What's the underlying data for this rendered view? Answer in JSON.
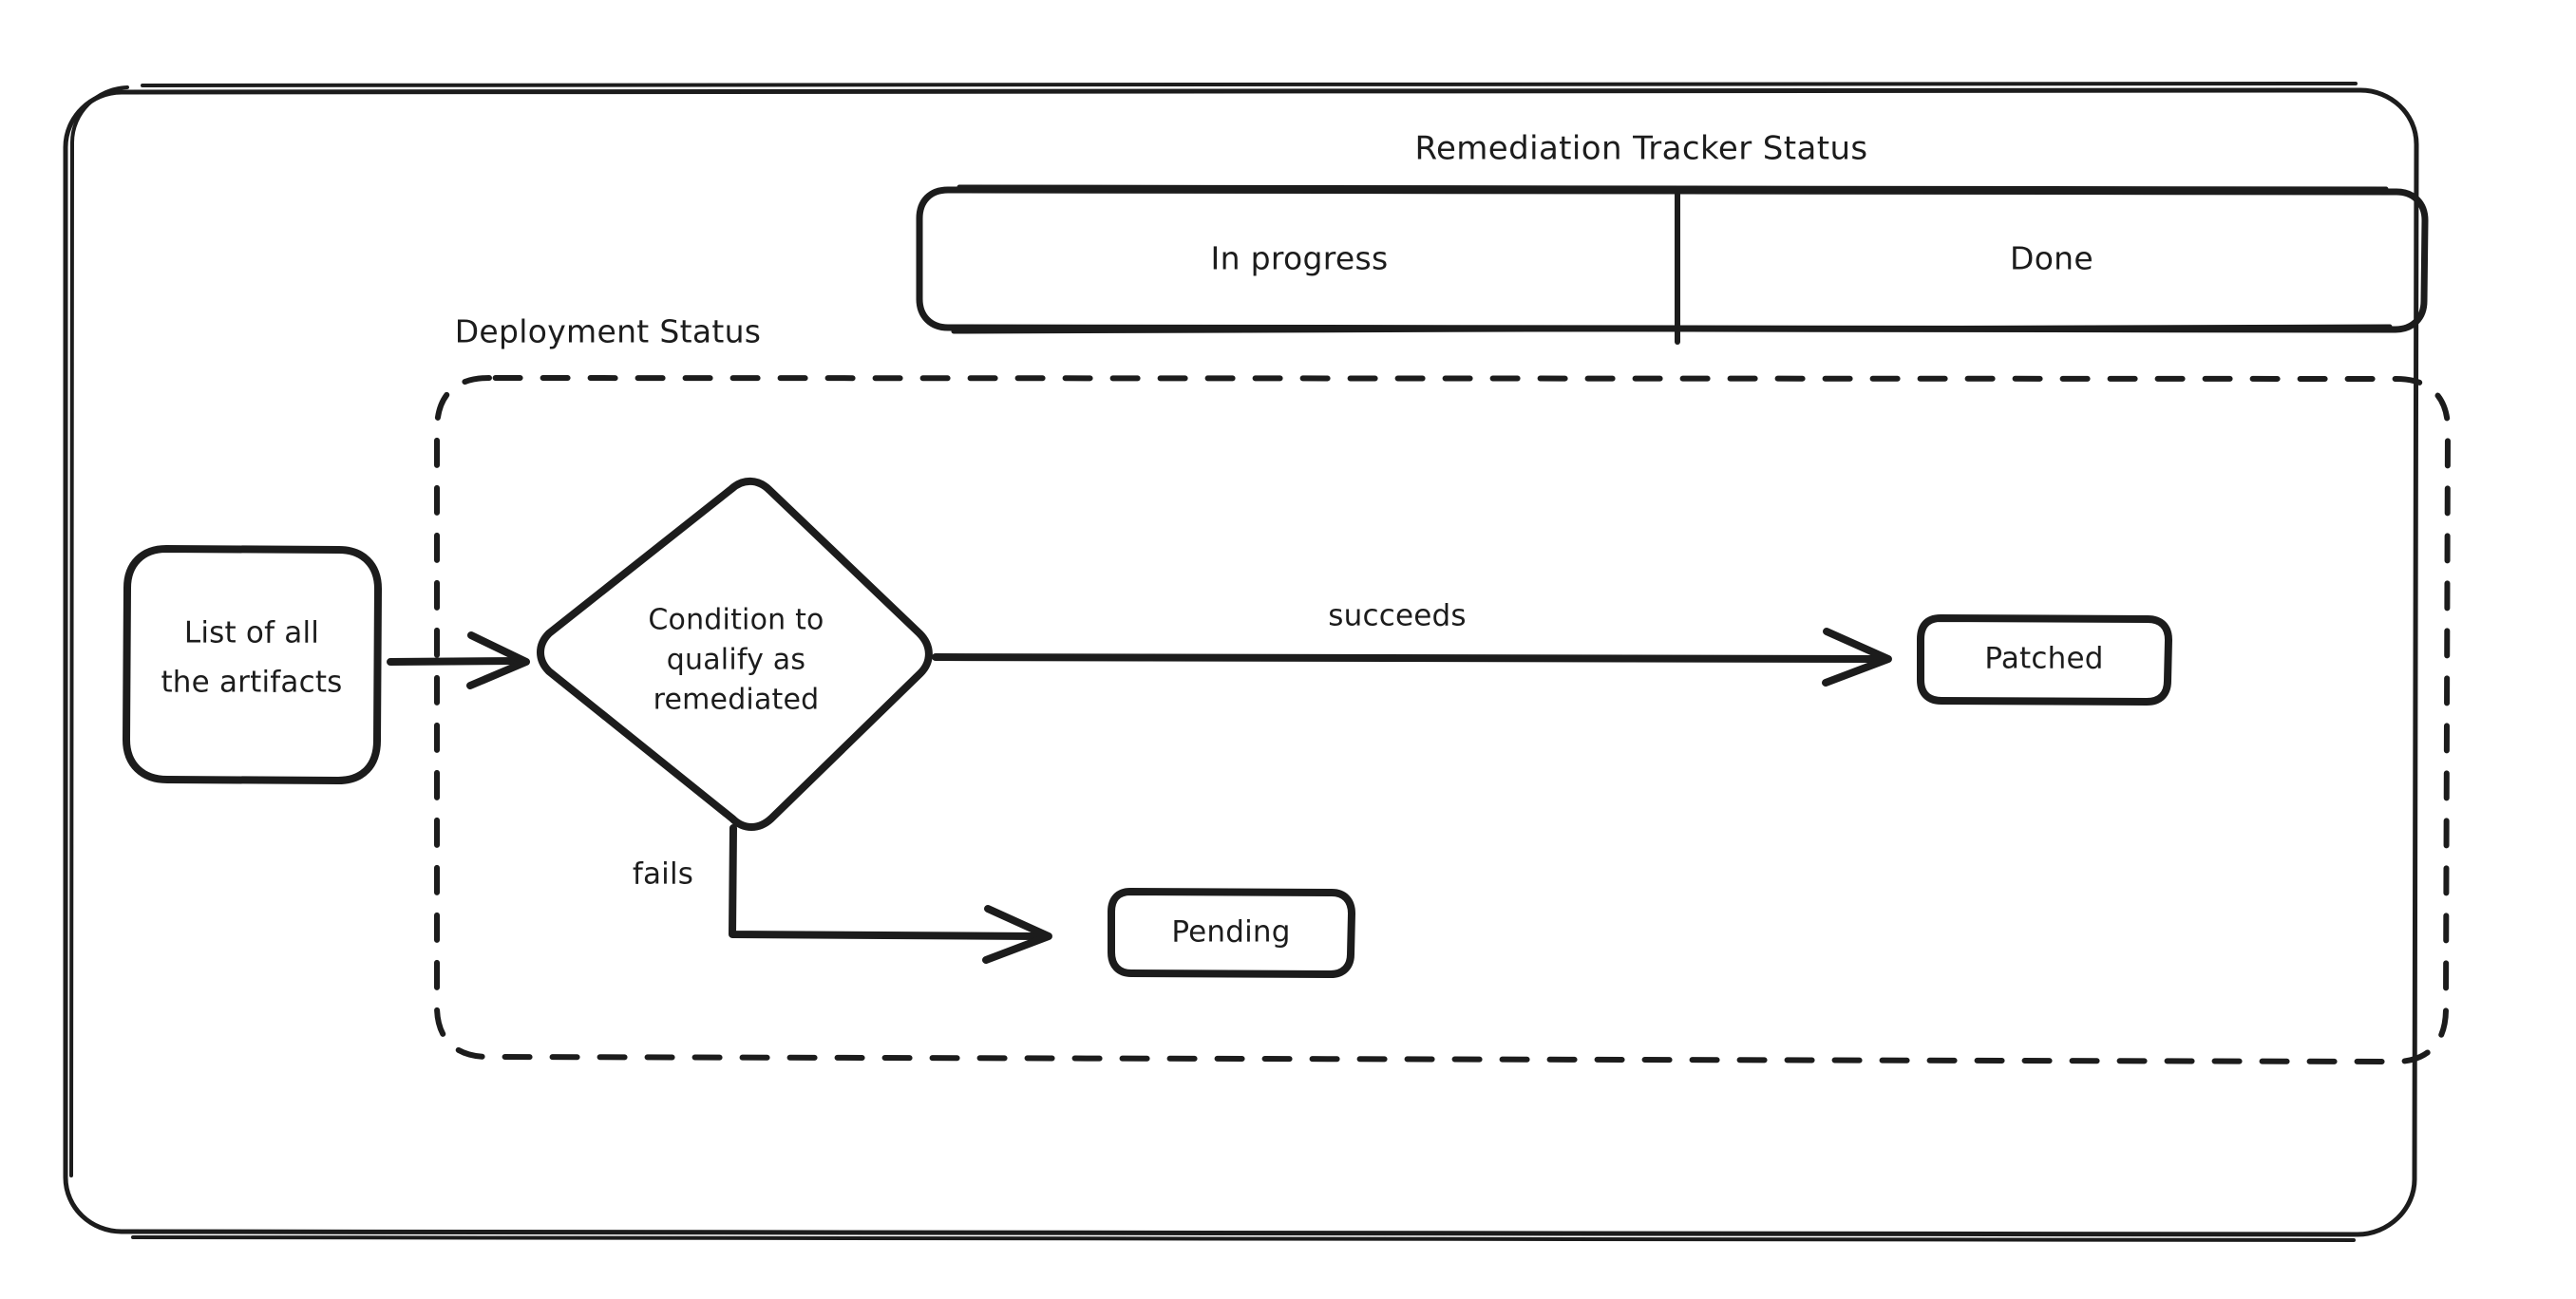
{
  "diagram": {
    "type": "flowchart",
    "title_text": "Remediation Tracker Status",
    "outer_container_name": "diagram-frame",
    "tracker_table": {
      "label": "Remediation Tracker Status",
      "columns": [
        {
          "label": "In progress"
        },
        {
          "label": "Done"
        }
      ]
    },
    "deployment_group": {
      "label": "Deployment Status"
    },
    "nodes": [
      {
        "id": "artifacts",
        "label_line1": "List of all",
        "label_line2": "the artifacts",
        "shape": "rounded-rect"
      },
      {
        "id": "condition",
        "label_line1": "Condition to",
        "label_line2": "qualify as",
        "label_line3": "remediated",
        "shape": "diamond"
      },
      {
        "id": "patched",
        "label": "Patched",
        "shape": "rounded-rect"
      },
      {
        "id": "pending",
        "label": "Pending",
        "shape": "rounded-rect"
      }
    ],
    "edges": [
      {
        "id": "e1",
        "from": "artifacts",
        "to": "condition",
        "label": ""
      },
      {
        "id": "e2",
        "from": "condition",
        "to": "patched",
        "label": "succeeds"
      },
      {
        "id": "e3",
        "from": "condition",
        "to": "pending",
        "label": "fails"
      }
    ],
    "colors": {
      "ink": "#1c1c1c",
      "background": "#ffffff"
    }
  }
}
